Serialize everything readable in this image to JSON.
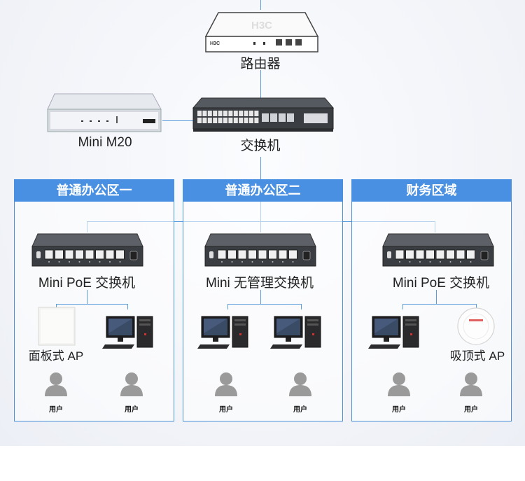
{
  "top": {
    "router_label": "路由器",
    "router_brand": "H3C",
    "switch_label": "交换机",
    "minim20_label": "Mini M20"
  },
  "zones": [
    {
      "title": "普通办公区一",
      "switch_label": "Mini PoE 交换机",
      "ap_label": "面板式 AP"
    },
    {
      "title": "普通办公区二",
      "switch_label": "Mini 无管理交换机"
    },
    {
      "title": "财务区域",
      "switch_label": "Mini PoE 交换机",
      "ap_label": "吸顶式 AP"
    }
  ],
  "user_label": "用户",
  "colors": {
    "accent": "#4a90e2",
    "line": "#5b9ddc",
    "device_dark": "#3a3d42"
  }
}
